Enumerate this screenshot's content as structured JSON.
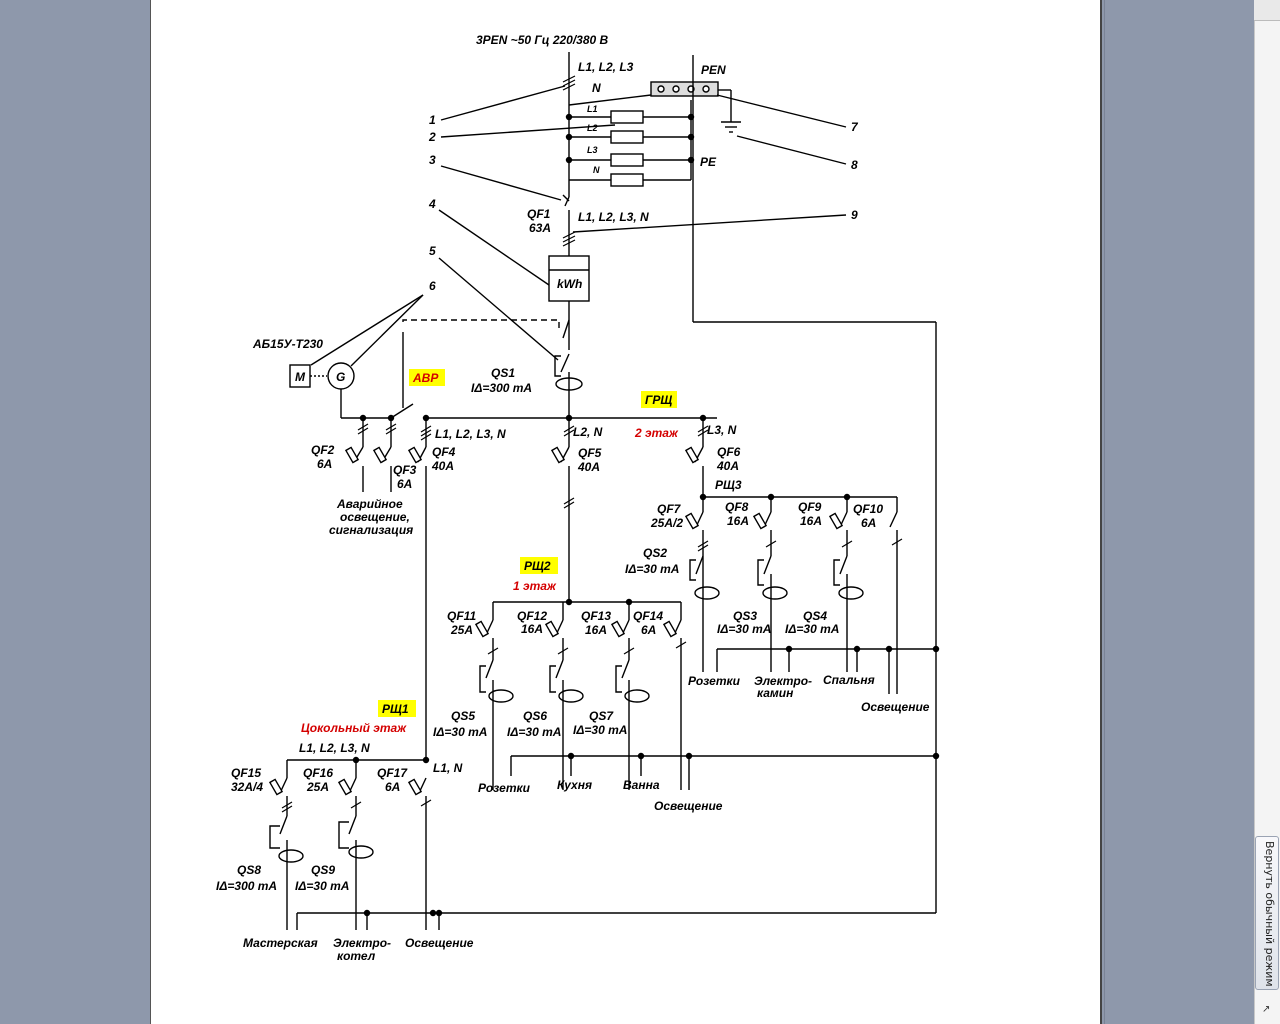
{
  "viewer": {
    "restore_button_label": "Вернуть обычный режим"
  },
  "diagram": {
    "supply": "3PEN ~50 Гц 220/380 В",
    "phases_top": "L1, L2, L3",
    "n": "N",
    "pen": "PEN",
    "pe": "PE",
    "spd_lines": [
      "L1",
      "L2",
      "L3",
      "N"
    ],
    "callouts": [
      "1",
      "2",
      "3",
      "4",
      "5",
      "6",
      "7",
      "8",
      "9"
    ],
    "qf1": "QF1",
    "qf1_rating": "63A",
    "qf1_lines": "L1, L2, L3, N",
    "meter": "kWh",
    "generator_model": "АБ15У-Т230",
    "motor": "M",
    "gen": "G",
    "avr": "АВР",
    "qs1": "QS1",
    "qs1_rating": "IΔ=300 mA",
    "grsh": "ГРЩ",
    "bus_l1": "L1, L2, L3, N",
    "bus_l2": "L2, N",
    "bus_l3": "L3, N",
    "floor2": "2 этаж",
    "qf2": "QF2",
    "qf2_r": "6A",
    "qf3": "QF3",
    "qf3_r": "6A",
    "qf4": "QF4",
    "qf4_r": "40A",
    "qf5": "QF5",
    "qf5_r": "40A",
    "qf6": "QF6",
    "qf6_r": "40A",
    "emergency_1": "Аварийное",
    "emergency_2": "освещение,",
    "emergency_3": "сигнализация",
    "rsh3": "РЩ3",
    "qf7": "QF7",
    "qf7_r": "25A/2",
    "qf8": "QF8",
    "qf8_r": "16A",
    "qf9": "QF9",
    "qf9_r": "16A",
    "qf10": "QF10",
    "qf10_r": "6A",
    "qs2": "QS2",
    "qs2_r": "IΔ=30 mA",
    "qs3": "QS3",
    "qs3_r": "IΔ=30 mA",
    "qs4": "QS4",
    "qs4_r": "IΔ=30 mA",
    "rsh3_loads": [
      "Розетки",
      "Электро-",
      "камин",
      "Спальня",
      "Освещение"
    ],
    "rsh2": "РЩ2",
    "floor1": "1 этаж",
    "qf11": "QF11",
    "qf11_r": "25A",
    "qf12": "QF12",
    "qf12_r": "16A",
    "qf13": "QF13",
    "qf13_r": "16A",
    "qf14": "QF14",
    "qf14_r": "6A",
    "qs5": "QS5",
    "qs5_r": "IΔ=30 mA",
    "qs6": "QS6",
    "qs6_r": "IΔ=30 mA",
    "qs7": "QS7",
    "qs7_r": "IΔ=30 mA",
    "rsh2_loads": [
      "Розетки",
      "Кухня",
      "Ванна",
      "Освещение"
    ],
    "rsh1": "РЩ1",
    "basement": "Цокольный этаж",
    "rsh1_bus": "L1, L2, L3, N",
    "rsh1_l1n": "L1, N",
    "qf15": "QF15",
    "qf15_r": "32A/4",
    "qf16": "QF16",
    "qf16_r": "25A",
    "qf17": "QF17",
    "qf17_r": "6A",
    "qs8": "QS8",
    "qs8_r": "IΔ=300 mA",
    "qs9": "QS9",
    "qs9_r": "IΔ=30 mA",
    "rsh1_loads": [
      "Мастерская",
      "Электро-",
      "котел",
      "Освещение"
    ]
  }
}
